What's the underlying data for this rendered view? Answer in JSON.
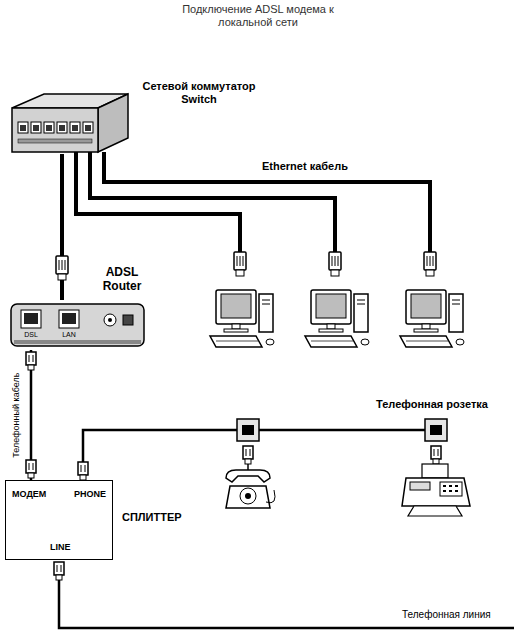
{
  "diagram": {
    "title": "Подключение ADSL модема к локальной сети",
    "nodes": [
      {
        "text": [
          "Сетевой коммутатор Switch"
        ]
      },
      {
        "text": [
          "ADSL Router",
          "DSL",
          "LAN"
        ]
      },
      {
        "text": [
          "МОДЕМ",
          "PHONE",
          "LINE",
          "СПЛИТТЕР"
        ]
      }
    ],
    "edges": [
      {
        "from": 0,
        "to": 1,
        "arrow": "none"
      },
      {
        "from": 1,
        "to": 2,
        "label": "Телефонный кабель",
        "arrow": "none"
      }
    ],
    "labels": [
      "Ethernet кабель",
      "Телефонная розетка",
      "Телефонная линия"
    ]
  }
}
